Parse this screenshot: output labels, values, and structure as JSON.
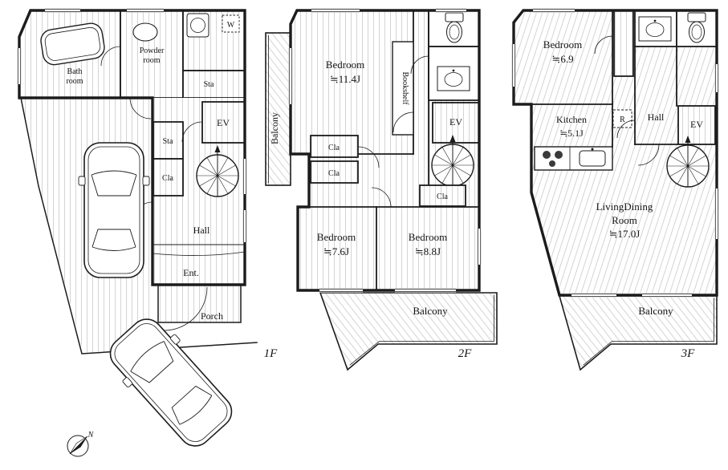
{
  "colors": {
    "wall": "#1c1c1c",
    "hatch": "#cfcfcf",
    "background": "#ffffff",
    "text": "#141414"
  },
  "floor1": {
    "label": "1F",
    "bath": [
      "Bath",
      "room"
    ],
    "powder": [
      "Powder",
      "room"
    ],
    "washer": "W",
    "sta_upper": "Sta",
    "ev": "EV",
    "sta": "Sta",
    "cla": "Cla",
    "hall": "Hall",
    "entrance": "Ent.",
    "porch": "Porch",
    "compass_north": "N"
  },
  "floor2": {
    "label": "2F",
    "bedroom_a": [
      "Bedroom",
      "≒11.4J"
    ],
    "bookshelf": "Bookshelf",
    "balcony_left": "Balcony",
    "cla_a": "Cla",
    "cla_b": "Cla",
    "cla_c": "Cla",
    "ev": "EV",
    "bedroom_b": [
      "Bedroom",
      "≒7.6J"
    ],
    "bedroom_c": [
      "Bedroom",
      "≒8.8J"
    ],
    "balcony": "Balcony"
  },
  "floor3": {
    "label": "3F",
    "bedroom": [
      "Bedroom",
      "≒6.9"
    ],
    "kitchen": [
      "Kitchen",
      "≒5.1J"
    ],
    "fridge": "R",
    "hall": "Hall",
    "ev": "EV",
    "living": [
      "LivingDining",
      "Room",
      "≒17.0J"
    ],
    "balcony": "Balcony"
  },
  "icons": [
    "bathtub-icon",
    "sink-icon",
    "washing-machine-icon",
    "washer-box",
    "toilet-icon",
    "washstand-icon",
    "spiral-staircase-icon",
    "car-icon",
    "kitchen-stove-icon",
    "kitchen-sink-icon",
    "refrigerator-box",
    "compass-icon"
  ]
}
